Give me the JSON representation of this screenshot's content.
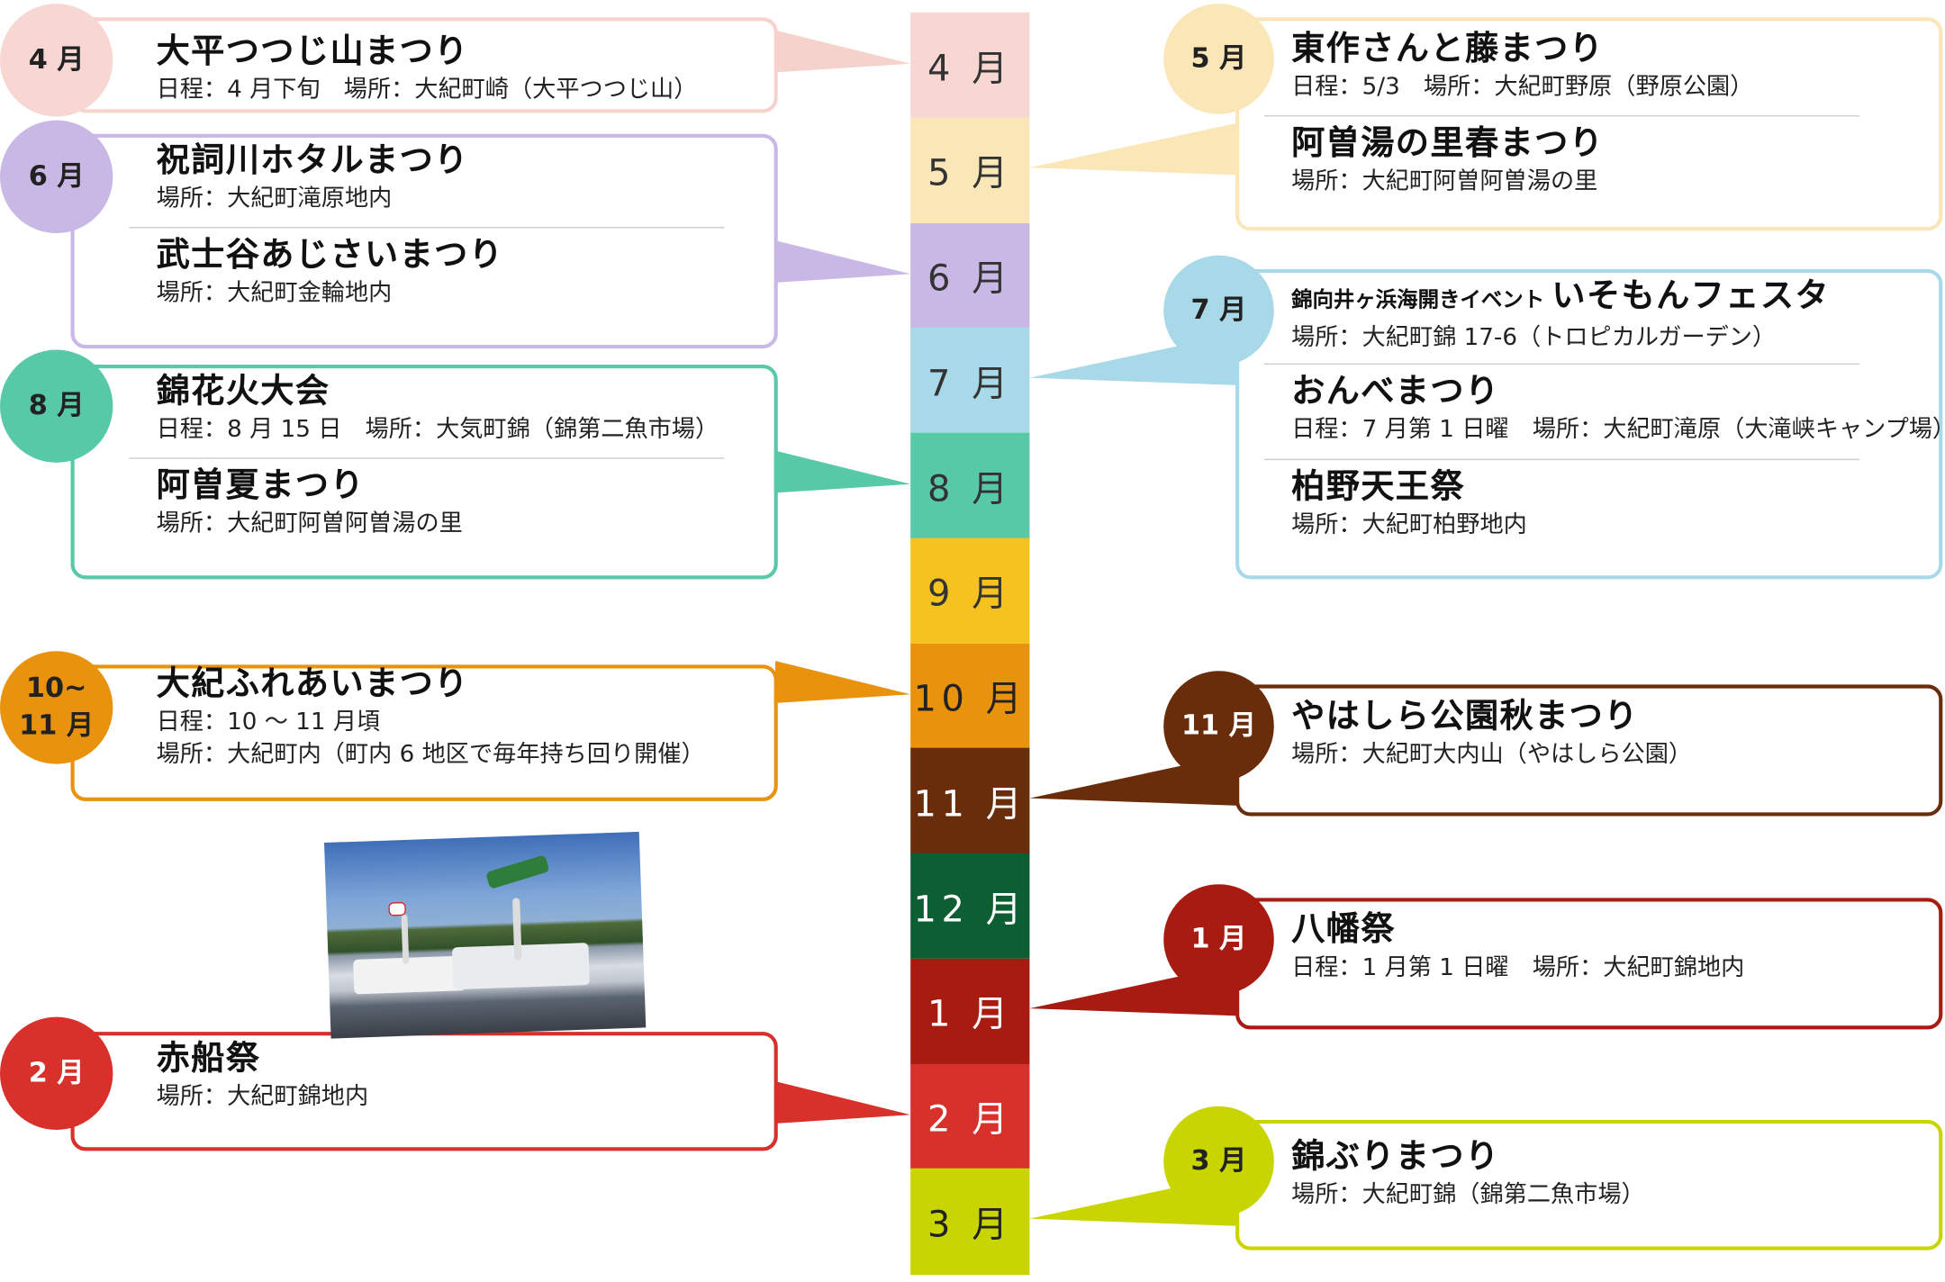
{
  "timeline": [
    {
      "label": "4 月",
      "bg": "#f8d7d3",
      "fg": "#333333"
    },
    {
      "label": "5 月",
      "bg": "#fbe6b8",
      "fg": "#333333"
    },
    {
      "label": "6 月",
      "bg": "#c9b8e6",
      "fg": "#333333"
    },
    {
      "label": "7 月",
      "bg": "#a8d9e8",
      "fg": "#333333"
    },
    {
      "label": "8 月",
      "bg": "#58c9a6",
      "fg": "#333333"
    },
    {
      "label": "9 月",
      "bg": "#f5c21f",
      "fg": "#333333"
    },
    {
      "label": "10 月",
      "bg": "#e8920e",
      "fg": "#222222"
    },
    {
      "label": "11 月",
      "bg": "#6a2d0c",
      "fg": "#ffffff"
    },
    {
      "label": "12 月",
      "bg": "#0d5e33",
      "fg": "#ffffff"
    },
    {
      "label": "1 月",
      "bg": "#a81b10",
      "fg": "#ffffff"
    },
    {
      "label": "2 月",
      "bg": "#d8302a",
      "fg": "#ffffff"
    },
    {
      "label": "3 月",
      "bg": "#c9d500",
      "fg": "#222222"
    }
  ],
  "cards": [
    {
      "id": "apr",
      "badge": "4 月",
      "badge_bg": "#f8d7d3",
      "badge_fg": "#222222",
      "border": "#f5d2cc",
      "events": [
        {
          "title": "大平つつじ山まつり",
          "prefix": "",
          "detail": [
            "日程：4 月下旬　場所：大紀町崎（大平つつじ山）"
          ]
        }
      ]
    },
    {
      "id": "jun",
      "badge": "6 月",
      "badge_bg": "#c9b8e6",
      "badge_fg": "#222222",
      "border": "#c9b8e6",
      "events": [
        {
          "title": "祝詞川ホタルまつり",
          "prefix": "",
          "detail": [
            "場所：大紀町滝原地内"
          ]
        },
        {
          "title": "武士谷あじさいまつり",
          "prefix": "",
          "detail": [
            "場所：大紀町金輪地内"
          ]
        }
      ]
    },
    {
      "id": "aug",
      "badge": "8 月",
      "badge_bg": "#58c9a6",
      "badge_fg": "#222222",
      "border": "#58c9a6",
      "events": [
        {
          "title": "錦花火大会",
          "prefix": "",
          "detail": [
            "日程：8 月 15 日　場所：大気町錦（錦第二魚市場）"
          ]
        },
        {
          "title": "阿曽夏まつり",
          "prefix": "",
          "detail": [
            "場所：大紀町阿曽阿曽湯の里"
          ]
        }
      ]
    },
    {
      "id": "oct",
      "badge": "10~ 11 月",
      "badge_bg": "#e8920e",
      "badge_fg": "#222222",
      "border": "#e8920e",
      "events": [
        {
          "title": "大紀ふれあいまつり",
          "prefix": "",
          "detail": [
            "日程：10 ～ 11 月頃",
            "場所：大紀町内（町内 6 地区で毎年持ち回り開催）"
          ]
        }
      ]
    },
    {
      "id": "feb",
      "badge": "2 月",
      "badge_bg": "#d8302a",
      "badge_fg": "#ffffff",
      "border": "#d8302a",
      "events": [
        {
          "title": "赤船祭",
          "prefix": "",
          "detail": [
            "場所：大紀町錦地内"
          ]
        }
      ]
    },
    {
      "id": "may",
      "badge": "5 月",
      "badge_bg": "#fbe6b8",
      "badge_fg": "#222222",
      "border": "#fbe6b8",
      "events": [
        {
          "title": "東作さんと藤まつり",
          "prefix": "",
          "detail": [
            "日程：5/3　場所：大紀町野原（野原公園）"
          ]
        },
        {
          "title": "阿曽湯の里春まつり",
          "prefix": "",
          "detail": [
            "場所：大紀町阿曽阿曽湯の里"
          ]
        }
      ]
    },
    {
      "id": "jul",
      "badge": "7 月",
      "badge_bg": "#a8d9e8",
      "badge_fg": "#222222",
      "border": "#a8d9e8",
      "events": [
        {
          "title": "いそもんフェスタ",
          "prefix": "錦向井ヶ浜海開きイベント",
          "detail": [
            "場所：大紀町錦 17-6（トロピカルガーデン）"
          ]
        },
        {
          "title": "おんべまつり",
          "prefix": "",
          "detail": [
            "日程：7 月第 1 日曜　場所：大紀町滝原（大滝峡キャンプ場）"
          ]
        },
        {
          "title": "柏野天王祭",
          "prefix": "",
          "detail": [
            "場所：大紀町柏野地内"
          ]
        }
      ]
    },
    {
      "id": "nov",
      "badge": "11 月",
      "badge_bg": "#6a2d0c",
      "badge_fg": "#ffffff",
      "border": "#6a2d0c",
      "events": [
        {
          "title": "やはしら公園秋まつり",
          "prefix": "",
          "detail": [
            "場所：大紀町大内山（やはしら公園）"
          ]
        }
      ]
    },
    {
      "id": "jan",
      "badge": "1 月",
      "badge_bg": "#a81b10",
      "badge_fg": "#ffffff",
      "border": "#a81b10",
      "events": [
        {
          "title": "八幡祭",
          "prefix": "",
          "detail": [
            "日程：1 月第 1 日曜　場所：大紀町錦地内"
          ]
        }
      ]
    },
    {
      "id": "mar",
      "badge": "3 月",
      "badge_bg": "#c9d500",
      "badge_fg": "#222222",
      "border": "#c9d500",
      "events": [
        {
          "title": "錦ぶりまつり",
          "prefix": "",
          "detail": [
            "場所：大紀町錦（錦第二魚市場）"
          ]
        }
      ]
    }
  ],
  "photo": {
    "description_icon": "fishing-boats-photo"
  }
}
